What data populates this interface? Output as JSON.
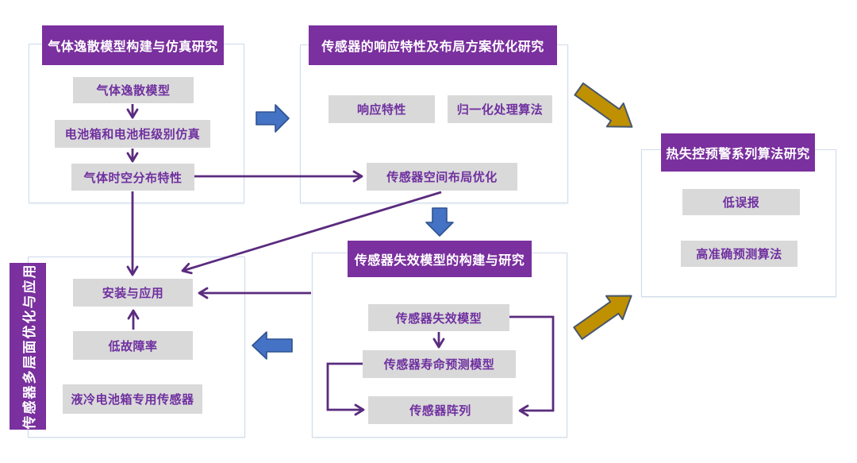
{
  "colors": {
    "header_purple": "#7a309e",
    "box_gray": "#d9d9d9",
    "text_purple": "#7030a0",
    "connector": "#5a2b7e",
    "blue_arrow": "#4472c4",
    "blue_arrow_border": "#2f528f",
    "gold_arrow": "#bf9000",
    "gold_arrow_border": "#47566e",
    "container_border": "#cfdbeb",
    "bg": "#ffffff"
  },
  "sections": {
    "gas_model": {
      "title": "气体逸散模型构建与仿真研究",
      "items": [
        "气体逸散模型",
        "电池箱和电池柜级别仿真",
        "气体时空分布特性"
      ]
    },
    "sensor_response": {
      "title": "传感器的响应特性及布局方案优化研究",
      "items": [
        "响应特性",
        "归一化处理算法",
        "传感器空间布局优化"
      ]
    },
    "thermal_warning": {
      "title": "热失控预警系列算法研究",
      "items": [
        "低误报",
        "高准确预测算法"
      ]
    },
    "sensor_failure": {
      "title": "传感器失效模型的构建与研究",
      "items": [
        "传感器失效模型",
        "传感器寿命预测模型",
        "传感器阵列"
      ]
    },
    "sensor_application": {
      "title": "传感器多层面优化与应用",
      "items": [
        "安装与应用",
        "低故障率",
        "液冷电池箱专用传感器"
      ]
    }
  }
}
